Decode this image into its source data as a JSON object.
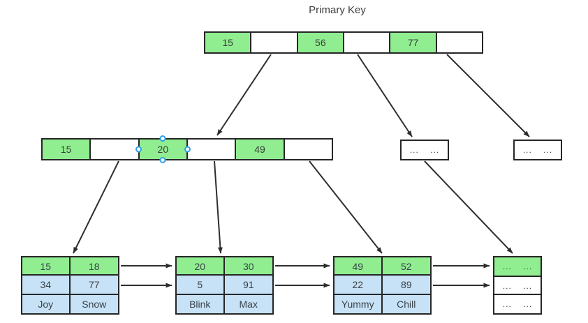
{
  "title": "Primary Key",
  "colors": {
    "key_cell_fill": "#90ee90",
    "pointer_cell_fill": "#ffffff",
    "data_cell_fill": "#c7e2f6",
    "border": "#262626",
    "arrow": "#2e2e2e",
    "selection_handle": "#2f9fe8"
  },
  "root_node": {
    "cells": [
      {
        "label": "15"
      },
      {
        "label": ""
      },
      {
        "label": "56"
      },
      {
        "label": ""
      },
      {
        "label": "77"
      },
      {
        "label": ""
      }
    ]
  },
  "internal_node": {
    "cells": [
      {
        "label": "15"
      },
      {
        "label": ""
      },
      {
        "label": "20",
        "selected": true
      },
      {
        "label": ""
      },
      {
        "label": "49"
      },
      {
        "label": ""
      }
    ]
  },
  "ellipsis_nodes": [
    {
      "label": "... ..."
    },
    {
      "label": "... ..."
    }
  ],
  "leaf_nodes": [
    {
      "rows": [
        [
          "15",
          "18"
        ],
        [
          "34",
          "77"
        ],
        [
          "Joy",
          "Snow"
        ]
      ]
    },
    {
      "rows": [
        [
          "20",
          "30"
        ],
        [
          "5",
          "91"
        ],
        [
          "Blink",
          "Max"
        ]
      ]
    },
    {
      "rows": [
        [
          "49",
          "52"
        ],
        [
          "22",
          "89"
        ],
        [
          "Yummy",
          "Chill"
        ]
      ]
    },
    {
      "rows": [
        [
          "... ..."
        ],
        [
          "... ..."
        ],
        [
          "... ..."
        ]
      ]
    }
  ]
}
